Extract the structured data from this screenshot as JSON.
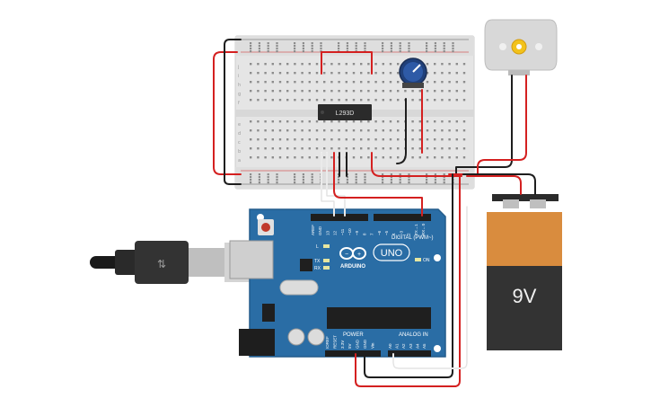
{
  "ic": {
    "label": "L293D"
  },
  "arduino": {
    "brand": "ARDUINO",
    "model": "UNO",
    "digital_label": "DIGITAL (PWM~)",
    "power_label": "POWER",
    "analog_label": "ANALOG IN",
    "led_on": "ON",
    "led_tx": "TX",
    "led_rx": "RX",
    "led_l": "L",
    "digital_pins": [
      "AREF",
      "GND",
      "13",
      "12",
      "~11",
      "~10",
      "~9",
      "8",
      "7",
      "~6",
      "~5",
      "4",
      "~3",
      "2",
      "TX→1",
      "RX←0"
    ],
    "power_pins": [
      "IOREF",
      "RESET",
      "3.3V",
      "5V",
      "GND",
      "GND",
      "Vin"
    ],
    "analog_pins": [
      "A0",
      "A1",
      "A2",
      "A3",
      "A4",
      "A5"
    ]
  },
  "battery": {
    "label": "9V"
  },
  "colors": {
    "pcb": "#2a6da5",
    "breadboard": "#e8e8e8",
    "wire_red": "#d42020",
    "wire_black": "#1e1e1e",
    "wire_white": "#f4f4f4",
    "battery_top": "#d98c3e",
    "battery_body": "#333333"
  },
  "icons": [
    "usb-cable-icon",
    "arduino-logo-icon",
    "dc-motor-icon",
    "potentiometer-knob-icon"
  ]
}
